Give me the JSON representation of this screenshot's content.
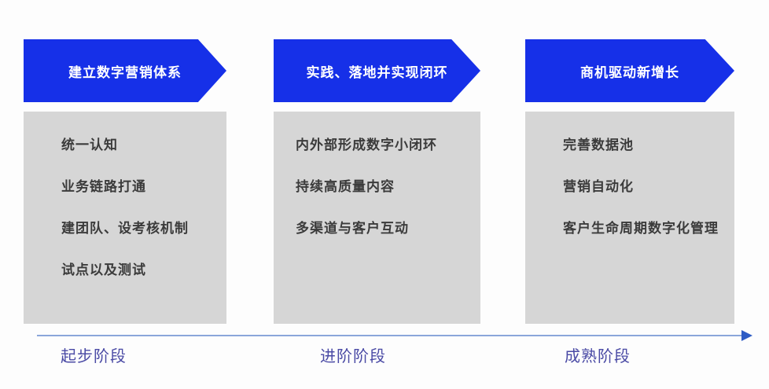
{
  "colors": {
    "arrow_blue": "#1630e8",
    "box_gray": "#d6d6d6",
    "item_text": "#3b3b3b",
    "arrow_text": "#ffffff",
    "phase_label": "#4a4aa5",
    "timeline_line": "#8ba6da",
    "timeline_arrowhead": "#2e5cc5",
    "page_bg": "#fdfdfd"
  },
  "stages": [
    {
      "title": "建立数字营销体系",
      "items": [
        "统一认知",
        "业务链路打通",
        "建团队、设考核机制",
        "试点以及测试"
      ],
      "phase_label": "起步阶段"
    },
    {
      "title": "实践、落地并实现闭环",
      "items": [
        "内外部形成数字小闭环",
        "持续高质量内容",
        "多渠道与客户互动"
      ],
      "phase_label": "进阶阶段"
    },
    {
      "title": "商机驱动新增长",
      "items": [
        "完善数据池",
        "营销自动化",
        "客户生命周期数字化管理"
      ],
      "phase_label": "成熟阶段"
    }
  ],
  "timeline": {
    "direction": "left-to-right"
  }
}
